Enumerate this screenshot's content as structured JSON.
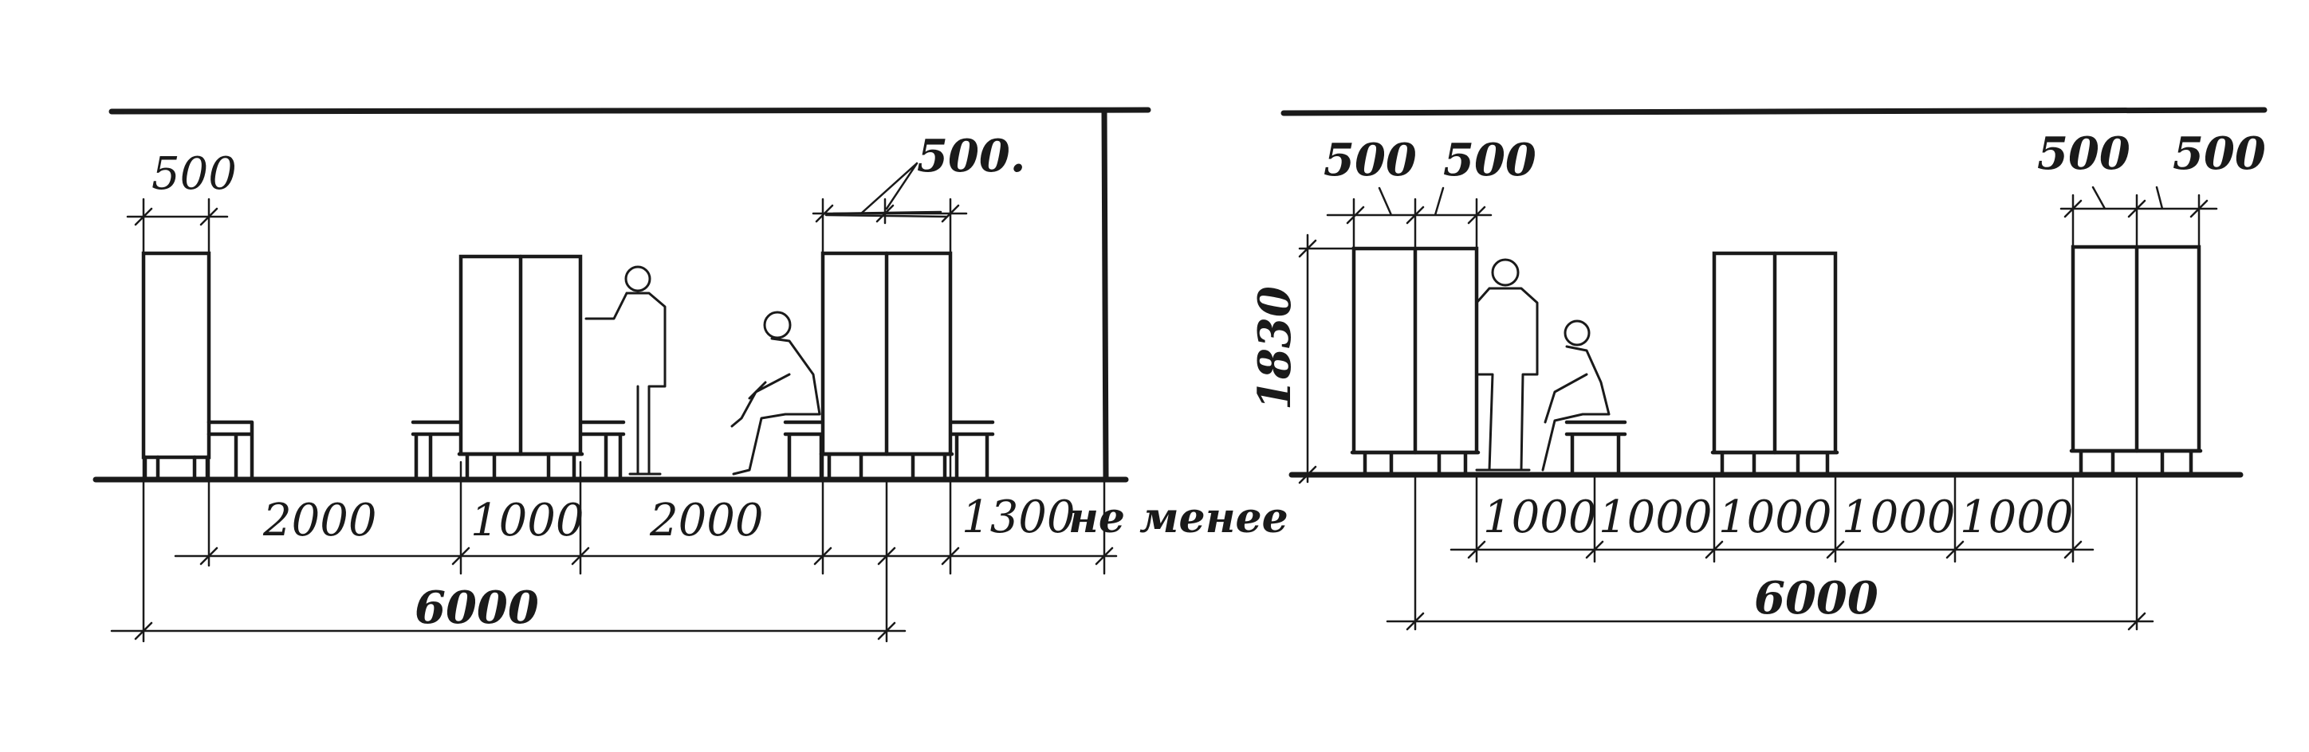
{
  "left_plan": {
    "dimensions": {
      "locker_width": "500",
      "double_locker_width": "500.",
      "aisle_1": "2000",
      "bench_block": "1000",
      "aisle_2": "2000",
      "clearance": "1300",
      "clearance_note": "не менее",
      "overall": "6000"
    }
  },
  "right_plan": {
    "dimensions": {
      "locker_left_a": "500",
      "locker_left_b": "500",
      "locker_right_a": "500",
      "locker_right_b": "500",
      "height": "1830",
      "module_1": "1000",
      "module_2": "1000",
      "module_3": "1000",
      "module_4": "1000",
      "module_5": "1000",
      "overall": "6000"
    }
  }
}
